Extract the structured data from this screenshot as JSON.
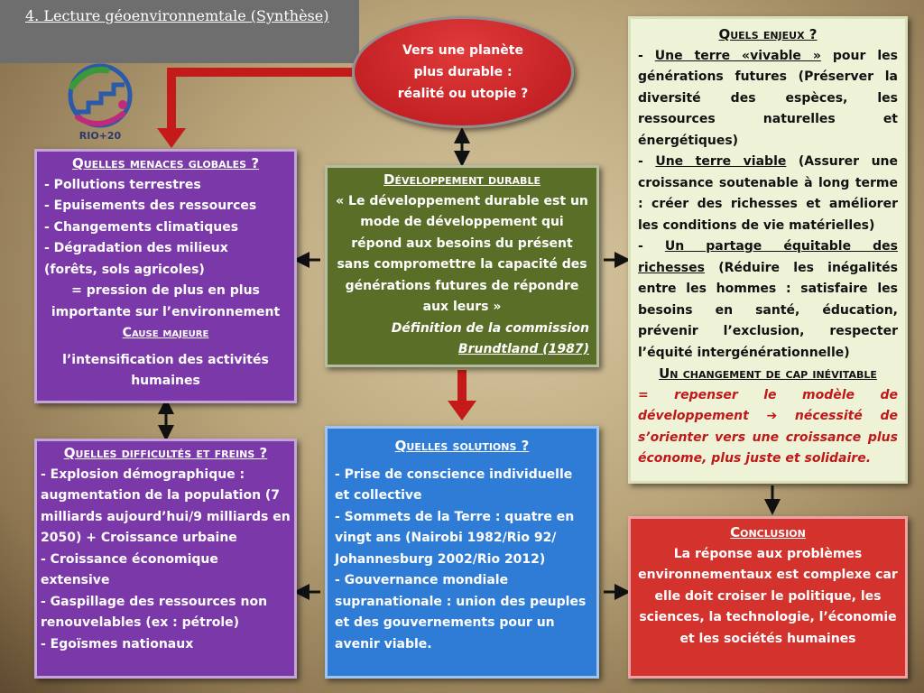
{
  "slide_title": "4. Lecture géoenvironnemtale (Synthèse)",
  "logo": {
    "label": "RIO+20"
  },
  "center_question": "Vers une planète plus durable : réalité ou utopie ?",
  "menaces": {
    "title": "Quelles menaces globales ?",
    "items": [
      "- Pollutions terrestres",
      "- Epuisements des ressources",
      "- Changements climatiques",
      "- Dégradation des milieux",
      "(forêts, sols agricoles)"
    ],
    "conclusion": "= pression de plus en plus importante sur l’environnement",
    "cause_title": "Cause majeure",
    "cause_text": "l’intensification des activités humaines"
  },
  "developpement": {
    "title": "Développement durable",
    "quote": "« Le développement durable est un mode de développement qui répond aux besoins du présent sans compromettre la capacité des générations futures de répondre aux leurs »",
    "source_line1": "Définition de la commission",
    "source_line2": "Brundtland (1987)"
  },
  "enjeux": {
    "title": "Quels enjeux ?",
    "item1_prefix": "- ",
    "item1_key": "Une terre «vivable »",
    "item1_text": " pour les générations futures (Préserver la diversité des espèces, les ressources naturelles et énergétiques)",
    "item2_prefix": "- ",
    "item2_key": "Une terre viable",
    "item2_text": " (Assurer une croissance soutenable à long terme : créer des richesses et améliorer les conditions de vie matérielles)",
    "item3_prefix": "- ",
    "item3_key": "Un partage équitable des richesses",
    "item3_text": " (Réduire les inégalités entre les hommes : satisfaire les besoins en santé, éducation, prévenir l’exclusion, respecter l’équité intergénérationnelle)",
    "change_title": "Un changement de cap inévitable",
    "change_text_1": "= repenser le modèle de développement ",
    "change_arrow": "➔",
    "change_text_2": " nécessité de s’orienter vers une croissance plus économe, plus juste et solidaire."
  },
  "difficultes": {
    "title": "Quelles difficultés et freins ?",
    "items": [
      "- Explosion démographique : augmentation de la population (7 milliards aujourd’hui/9 milliards en 2050) + Croissance urbaine",
      "- Croissance économique extensive",
      "- Gaspillage des ressources non renouvelables (ex : pétrole)",
      "- Egoïsmes nationaux"
    ]
  },
  "solutions": {
    "title": "Quelles solutions ?",
    "items": [
      "- Prise de conscience individuelle et collective",
      "- Sommets de la Terre : quatre en vingt ans (Nairobi 1982/Rio 92/ Johannesburg 2002/Rio 2012)",
      "- Gouvernance mondiale supranationale : union des peuples et des gouvernements pour un avenir viable."
    ]
  },
  "conclusion": {
    "title": "Conclusion",
    "text": "La réponse aux problèmes environnementaux est complexe car elle doit croiser le politique, les sciences, la technologie, l’économie et les sociétés humaines"
  },
  "colors": {
    "purple": "#7a38a8",
    "green": "#5a6e28",
    "blue": "#2f7cd6",
    "red": "#d3322d",
    "arrow_red": "#c41a1a"
  }
}
